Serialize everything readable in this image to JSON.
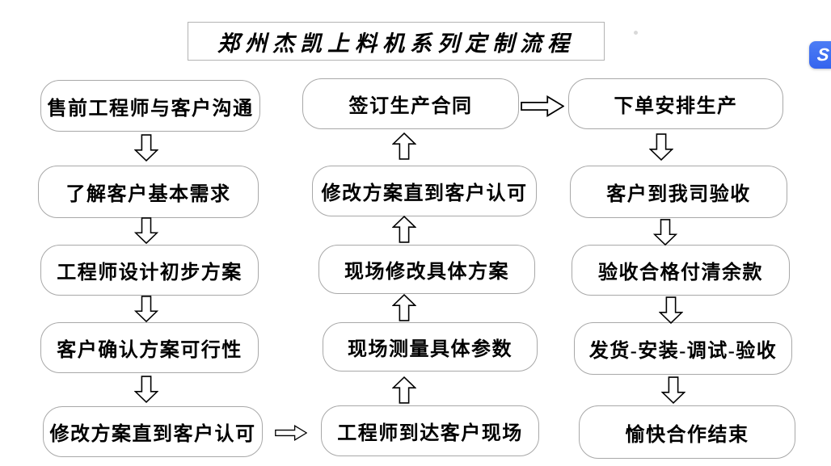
{
  "title": "郑州杰凯上料机系列定制流程",
  "flow": {
    "left_column": [
      "售前工程师与客户沟通",
      "了解客户基本需求",
      "工程师设计初步方案",
      "客户确认方案可行性",
      "修改方案直到客户认可"
    ],
    "middle_column": [
      "签订生产合同",
      "修改方案直到客户认可",
      "现场修改具体方案",
      "现场测量具体参数",
      "工程师到达客户现场"
    ],
    "right_column": [
      "下单安排生产",
      "客户到我司验收",
      "验收合格付清余款",
      "发货-安装-调试-验收",
      "愉快合作结束"
    ],
    "arrow_directions": {
      "left_column": "down",
      "middle_column": "up",
      "right_column": "down",
      "left_bottom_to_middle_bottom": "right",
      "middle_top_to_right_top": "right"
    }
  },
  "overlay": {
    "badge_glyph": "S",
    "badge_color": "#3d6ff2"
  },
  "colors": {
    "background": "#ffffff",
    "box_border": "#a8a8a8",
    "title_border": "#b3b3b3",
    "text": "#000000",
    "arrow_fill": "#ffffff",
    "arrow_outline": "#000000"
  }
}
